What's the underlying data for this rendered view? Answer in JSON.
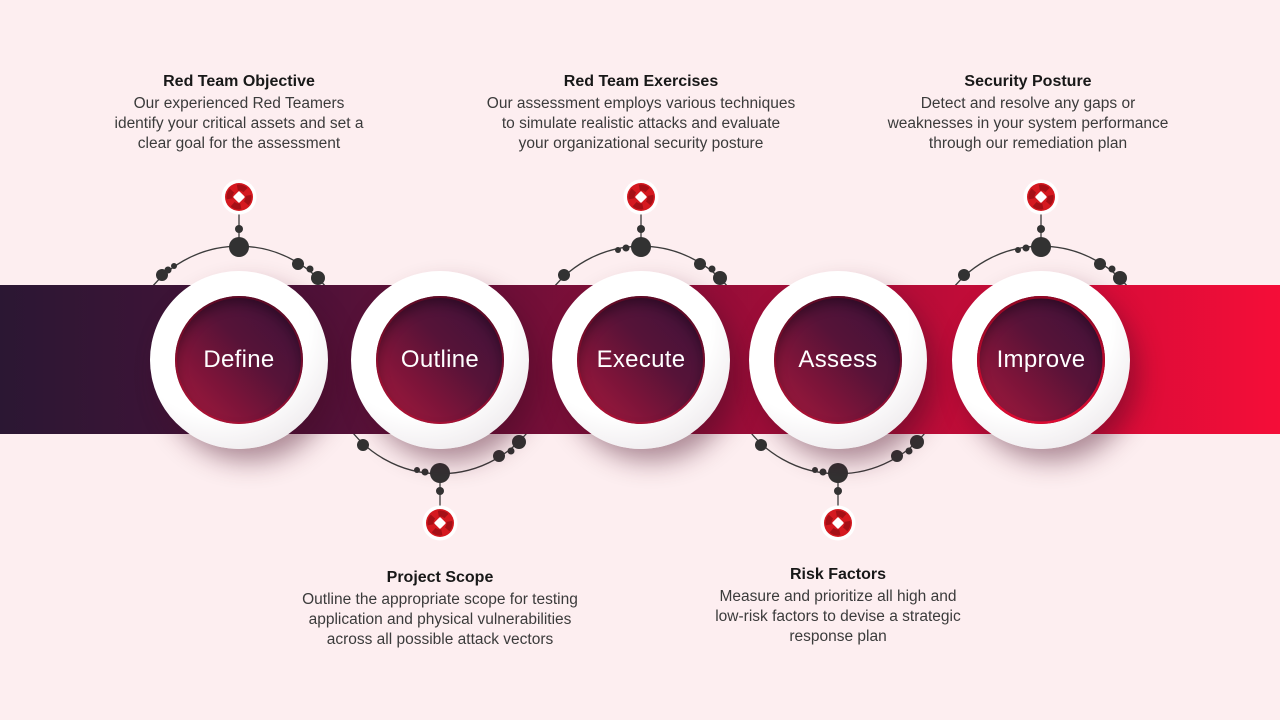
{
  "steps": [
    {
      "label": "Define",
      "callout": {
        "position": "top",
        "title": "Red Team Objective",
        "text": "Our experienced Red Teamers\nidentify your critical assets and set a\nclear goal for the assessment"
      }
    },
    {
      "label": "Outline",
      "callout": {
        "position": "bottom",
        "title": "Project Scope",
        "text": "Outline the appropriate scope for testing\napplication and physical vulnerabilities\nacross all possible attack vectors"
      }
    },
    {
      "label": "Execute",
      "callout": {
        "position": "top",
        "title": "Red Team Exercises",
        "text": "Our assessment employs various techniques\nto simulate realistic attacks and evaluate\nyour organizational security posture"
      }
    },
    {
      "label": "Assess",
      "callout": {
        "position": "bottom",
        "title": "Risk Factors",
        "text": "Measure and prioritize all high and\nlow-risk factors to devise a strategic\nresponse plan"
      }
    },
    {
      "label": "Improve",
      "callout": {
        "position": "top",
        "title": "Security Posture",
        "text": "Detect and resolve any gaps or\nweaknesses in your system performance\nthrough our remediation plan"
      }
    }
  ],
  "colors": {
    "background": "#fdeef0",
    "band_gradient_start": "#2b1733",
    "band_gradient_end": "#f50d38",
    "inner_circle_dark": "#40123a",
    "inner_circle_red": "#a81a3e",
    "marker_red": "#d51920",
    "marker_dark_red": "#a50f16",
    "arc_line": "#3c3c3c",
    "title_text": "#181818",
    "body_text": "#3b3b3b"
  }
}
